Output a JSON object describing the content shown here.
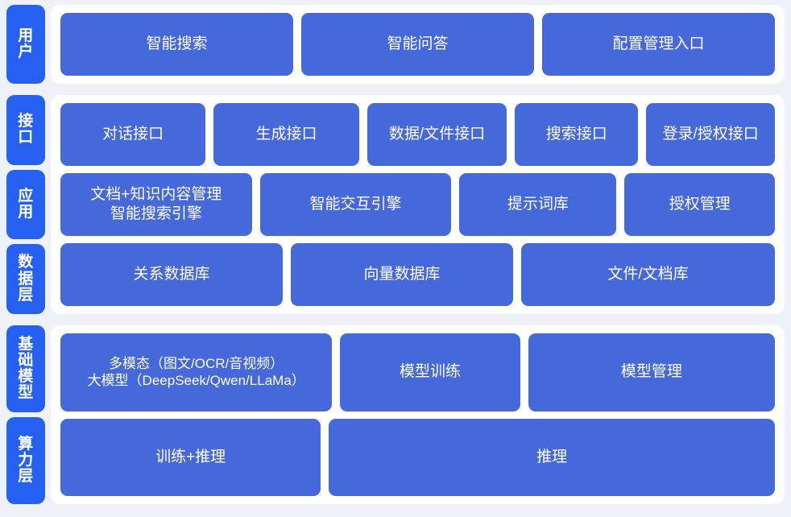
{
  "theme": {
    "page_background": "#eef2f8",
    "panel_background": "#ffffff",
    "tab_color": "#2560f0",
    "card_color": "#4568db",
    "text_color": "#ffffff"
  },
  "sections": [
    {
      "name": "users",
      "tabs": [
        "用户"
      ],
      "rows": [
        {
          "cards": [
            {
              "text": "智能搜索"
            },
            {
              "text": "智能问答"
            },
            {
              "text": "配置管理入口"
            }
          ]
        }
      ]
    },
    {
      "name": "platform",
      "tabs": [
        "接口",
        "应用",
        "数据层"
      ],
      "rows": [
        {
          "cards": [
            {
              "text": "对话接口"
            },
            {
              "text": "生成接口"
            },
            {
              "text": "数据/文件接口"
            },
            {
              "text": "搜索接口"
            },
            {
              "text": "登录/授权接口"
            }
          ]
        },
        {
          "cards": [
            {
              "line1": "文档+知识内容管理",
              "line2": "智能搜索引擎"
            },
            {
              "text": "智能交互引擎"
            },
            {
              "text": "提示词库"
            },
            {
              "text": "授权管理"
            }
          ]
        },
        {
          "cards": [
            {
              "text": "关系数据库"
            },
            {
              "text": "向量数据库"
            },
            {
              "text": "文件/文档库"
            }
          ]
        }
      ]
    },
    {
      "name": "foundation",
      "tabs": [
        "基础模型",
        "算力层"
      ],
      "rows": [
        {
          "cards": [
            {
              "line1": "多模态（图文/OCR/音视频）",
              "line2": "大模型（DeepSeek/Qwen/LLaMa）"
            },
            {
              "text": "模型训练"
            },
            {
              "text": "模型管理"
            }
          ]
        },
        {
          "cards": [
            {
              "text": "训练+推理"
            },
            {
              "text": "推理"
            }
          ]
        }
      ]
    }
  ]
}
